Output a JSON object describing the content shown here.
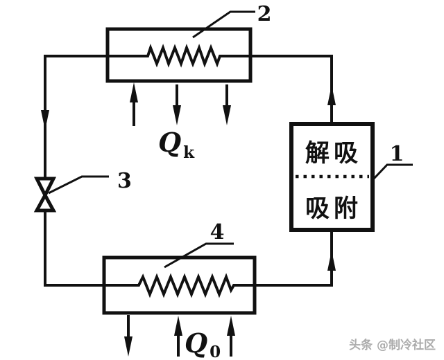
{
  "diagram": {
    "bg_color": "#ffffff",
    "ink_color": "#111111",
    "watermark_color": "#ababab",
    "components": {
      "adsorber_bed": {
        "ref": "1",
        "top_text": "解吸",
        "bottom_text": "吸附"
      },
      "condenser": {
        "ref": "2"
      },
      "throttle_valve": {
        "ref": "3"
      },
      "evaporator": {
        "ref": "4"
      }
    },
    "heat_labels": {
      "condenser_heat": {
        "symbol": "Q",
        "subscript": "k"
      },
      "evaporator_heat": {
        "symbol": "Q",
        "subscript": "0"
      }
    },
    "watermark": "头条 @制冷社区"
  }
}
